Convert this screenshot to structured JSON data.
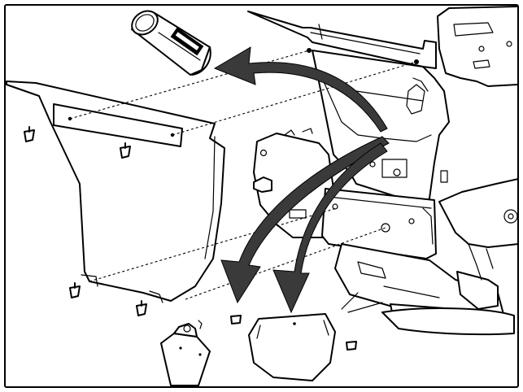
{
  "illustration": {
    "style": "black line-art exploded view with gray arrows",
    "border_color": "#000000",
    "arrow_color": "#3a3a3a",
    "parts": [
      {
        "name": "canister",
        "icon": "canister-icon"
      },
      {
        "name": "side-panel",
        "icon": "panel-icon"
      },
      {
        "name": "bracket",
        "icon": "bracket-icon"
      },
      {
        "name": "cover-plate",
        "icon": "plate-icon"
      },
      {
        "name": "fasteners",
        "icon": "screw-icon"
      }
    ],
    "arrows": 3
  }
}
